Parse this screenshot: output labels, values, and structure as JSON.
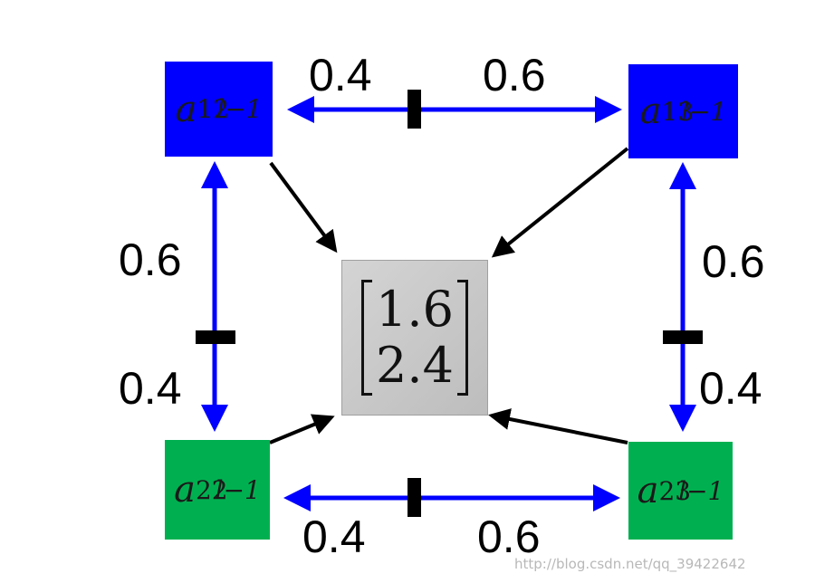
{
  "nodes": {
    "a12": {
      "base": "a",
      "sub": "12",
      "sup": "l−1",
      "color": "#0000ff"
    },
    "a13": {
      "base": "a",
      "sub": "13",
      "sup": "l−1",
      "color": "#0000ff"
    },
    "a22": {
      "base": "a",
      "sub": "22",
      "sup": "l−1",
      "color": "#00b050"
    },
    "a23": {
      "base": "a",
      "sub": "23",
      "sup": "l−1",
      "color": "#00b050"
    }
  },
  "center": {
    "values": [
      "1.6",
      "2.4"
    ]
  },
  "weights": {
    "top_left": "0.4",
    "top_right": "0.6",
    "left_upper": "0.6",
    "left_lower": "0.4",
    "right_upper": "0.6",
    "right_lower": "0.4",
    "bottom_left": "0.4",
    "bottom_right": "0.6"
  },
  "colors": {
    "arrow_blue": "#0000ff",
    "arrow_black": "#000000",
    "divider": "#000000"
  },
  "watermark": "http://blog.csdn.net/qq_39422642"
}
